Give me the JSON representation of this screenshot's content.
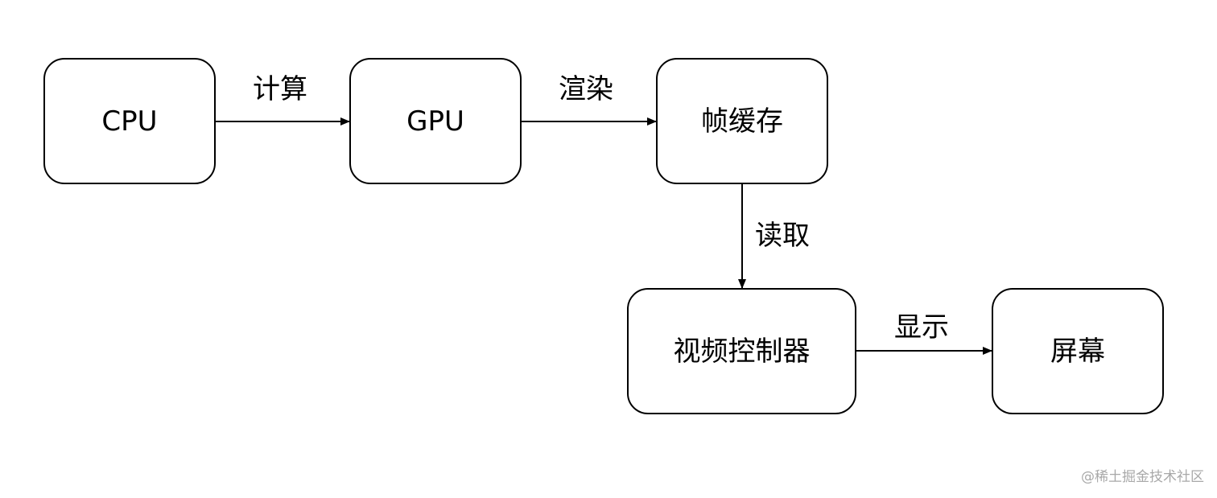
{
  "nodes": {
    "cpu": "CPU",
    "gpu": "GPU",
    "frame_buffer": "帧缓存",
    "video_controller": "视频控制器",
    "screen": "屏幕"
  },
  "edges": {
    "compute": "计算",
    "render": "渲染",
    "read": "读取",
    "display": "显示"
  },
  "colors": {
    "stroke": "#000000",
    "watermark": "#a8a8a8"
  },
  "watermark": "@稀土掘金技术社区"
}
